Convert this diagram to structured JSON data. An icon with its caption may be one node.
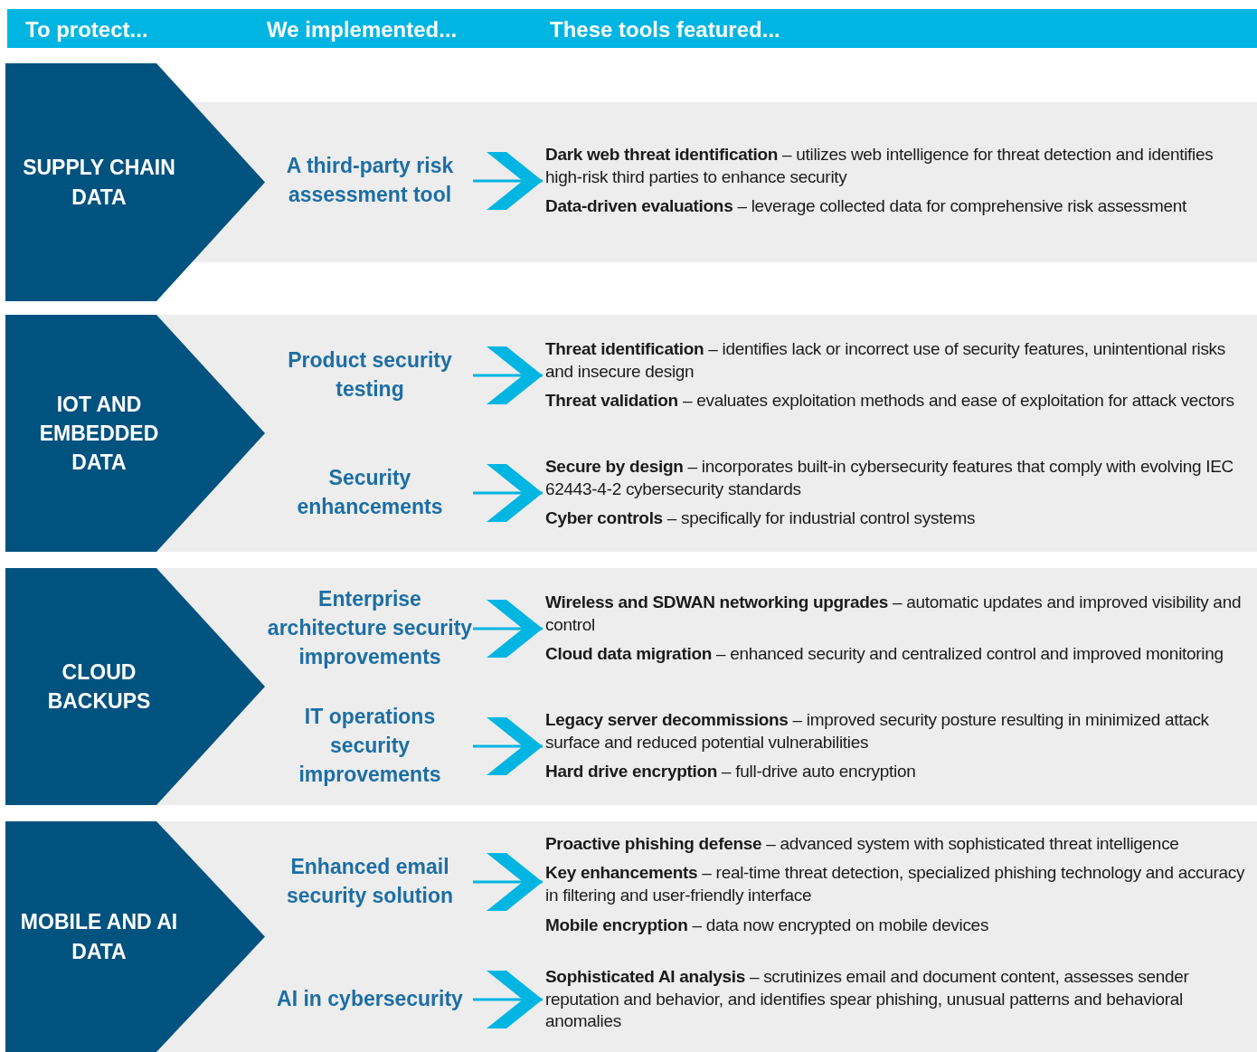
{
  "diagram": {
    "nodes": [
      {
        "text": [
          "SUPPLY CHAIN DATA"
        ]
      },
      {
        "text": [
          "A third-party risk assessment tool"
        ]
      },
      {
        "text": [
          "**Dark web threat identification** – utilizes web intelligence for threat detection and identifies high-risk third parties to enhance security",
          "**Data-driven evaluations** – leverage collected data for comprehensive risk assessment"
        ]
      },
      {
        "text": [
          "IOT AND EMBEDDED DATA"
        ]
      },
      {
        "text": [
          "Product security testing"
        ]
      },
      {
        "text": [
          "**Threat identification** – identifies lack or incorrect use of security features, unintentional risks and insecure design",
          "**Threat validation** – evaluates exploitation methods and ease of exploitation for attack vectors"
        ]
      },
      {
        "text": [
          "Security enhancements"
        ]
      },
      {
        "text": [
          "**Secure by design** – incorporates built-in cybersecurity features that comply with evolving IEC 62443-4-2 cybersecurity standards",
          "**Cyber controls** – specifically for industrial control systems"
        ]
      },
      {
        "text": [
          "CLOUD BACKUPS"
        ]
      },
      {
        "text": [
          "Enterprise architecture security improvements"
        ]
      },
      {
        "text": [
          "**Wireless and SDWAN networking upgrades** – automatic updates and improved visibility and control",
          "**Cloud data migration** – enhanced security and centralized control and improved monitoring"
        ]
      },
      {
        "text": [
          "IT operations security improvements"
        ]
      },
      {
        "text": [
          "**Legacy server decommissions** – improved security posture resulting in minimized attack surface and reduced potential vulnerabilities",
          "**Hard drive encryption** – full-drive auto encryption"
        ]
      },
      {
        "text": [
          "MOBILE AND AI DATA"
        ]
      },
      {
        "text": [
          "Enhanced email security solution"
        ]
      },
      {
        "text": [
          "**Proactive phishing defense** – advanced system with sophisticated threat intelligence",
          "**Key enhancements** – real-time threat detection, specialized phishing technology and accuracy in filtering and user-friendly interface",
          "**Mobile encryption** – data now encrypted on mobile devices"
        ]
      },
      {
        "text": [
          "AI in cybersecurity"
        ]
      },
      {
        "text": [
          "**Sophisticated AI analysis** – scrutinizes email and document content, assesses sender reputation and behavior, and identifies spear phishing, unusual patterns and behavioral anomalies"
        ]
      }
    ],
    "edges": [
      {
        "from": 1,
        "to": 2,
        "arrow": "to"
      },
      {
        "from": 4,
        "to": 5,
        "arrow": "to"
      },
      {
        "from": 6,
        "to": 7,
        "arrow": "to"
      },
      {
        "from": 9,
        "to": 10,
        "arrow": "to"
      },
      {
        "from": 11,
        "to": 12,
        "arrow": "to"
      },
      {
        "from": 14,
        "to": 15,
        "arrow": "to"
      },
      {
        "from": 16,
        "to": 17,
        "arrow": "to"
      }
    ],
    "labels": [
      "To protect...",
      "We implemented...",
      "These tools featured..."
    ]
  }
}
